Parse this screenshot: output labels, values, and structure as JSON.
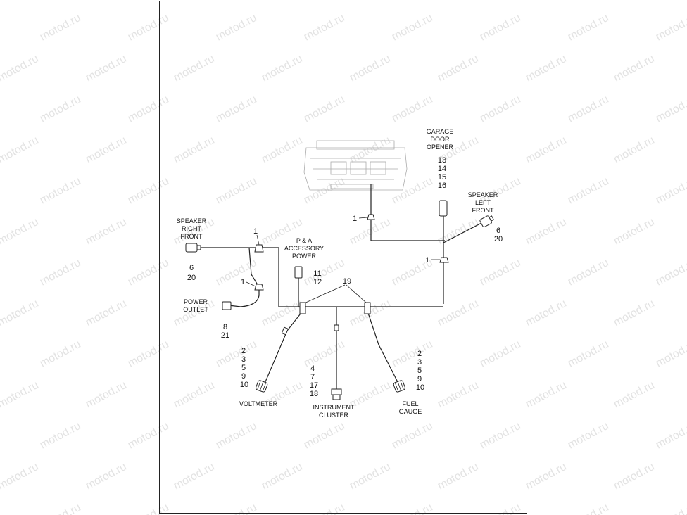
{
  "watermark": "motod.ru",
  "labels": {
    "garage_door_opener": [
      "GARAGE",
      "DOOR",
      "OPENER"
    ],
    "speaker_left_front": [
      "SPEAKER",
      "LEFT",
      "FRONT"
    ],
    "speaker_right_front": [
      "SPEAKER",
      "RIGHT",
      "FRONT"
    ],
    "pa_accessory_power": [
      "P & A",
      "ACCESSORY",
      "POWER"
    ],
    "power_outlet": [
      "POWER",
      "OUTLET"
    ],
    "voltmeter": [
      "VOLTMETER"
    ],
    "instrument_cluster": [
      "INSTRUMENT",
      "CLUSTER"
    ],
    "fuel_gauge": [
      "FUEL",
      "GAUGE"
    ]
  },
  "callouts": {
    "garage_door_opener": [
      "13",
      "14",
      "15",
      "16"
    ],
    "speaker_left_front": [
      "6",
      "20"
    ],
    "speaker_right_front": [
      "6",
      "20"
    ],
    "pa_accessory_power": [
      "11",
      "12"
    ],
    "power_outlet": [
      "8",
      "21"
    ],
    "voltmeter": [
      "2",
      "3",
      "5",
      "9",
      "10"
    ],
    "instrument_cluster": [
      "4",
      "7",
      "17",
      "18"
    ],
    "fuel_gauge": [
      "2",
      "3",
      "5",
      "9",
      "10"
    ],
    "clip_top": "1",
    "clip_right": "1",
    "clip_right_front": "1",
    "clip_power_outlet": "1",
    "branch": "19"
  }
}
